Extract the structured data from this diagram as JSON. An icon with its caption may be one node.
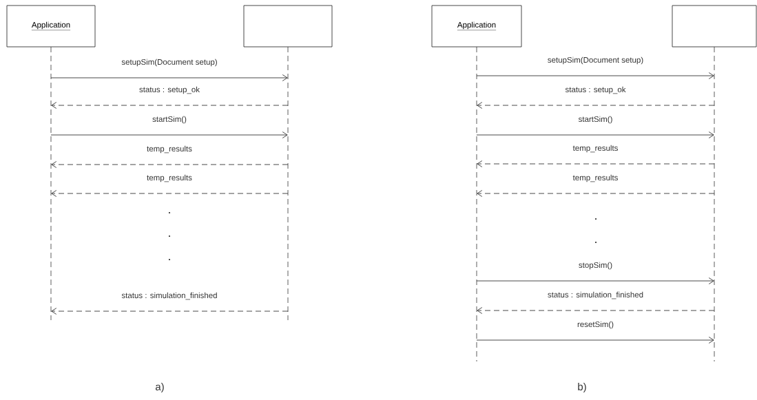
{
  "diagram": {
    "nodes": [
      {
        "text": [
          "Application"
        ]
      },
      {
        "text": [],
        "shape": "box"
      },
      {
        "text": [
          "Application"
        ]
      },
      {
        "text": [],
        "shape": "box"
      }
    ],
    "edges": [
      {
        "from": 0,
        "to": 1,
        "arrow": "to",
        "label": "setupSim(Document setup)"
      },
      {
        "from": 1,
        "to": 0,
        "arrow": "to",
        "style": "dashed",
        "label": "status : setup_ok"
      },
      {
        "from": 0,
        "to": 1,
        "arrow": "to",
        "label": "startSim()"
      },
      {
        "from": 1,
        "to": 0,
        "arrow": "to",
        "style": "dashed",
        "label": "temp_results"
      },
      {
        "from": 1,
        "to": 0,
        "arrow": "to",
        "style": "dashed",
        "label": "temp_results"
      },
      {
        "from": 1,
        "to": 0,
        "arrow": "to",
        "style": "dashed",
        "label": "status : simulation_finished"
      },
      {
        "from": 2,
        "to": 3,
        "arrow": "to",
        "label": "setupSim(Document setup)"
      },
      {
        "from": 3,
        "to": 2,
        "arrow": "to",
        "style": "dashed",
        "label": "status : setup_ok"
      },
      {
        "from": 2,
        "to": 3,
        "arrow": "to",
        "label": "startSim()"
      },
      {
        "from": 3,
        "to": 2,
        "arrow": "to",
        "style": "dashed",
        "label": "temp_results"
      },
      {
        "from": 3,
        "to": 2,
        "arrow": "to",
        "style": "dashed",
        "label": "temp_results"
      },
      {
        "from": 2,
        "to": 3,
        "arrow": "to",
        "label": "stopSim()"
      },
      {
        "from": 3,
        "to": 2,
        "arrow": "to",
        "style": "dashed",
        "label": "status : simulation_finished"
      },
      {
        "from": 2,
        "to": 3,
        "arrow": "to",
        "label": "resetSim()"
      }
    ],
    "labels": [
      "a)",
      "b)"
    ]
  }
}
